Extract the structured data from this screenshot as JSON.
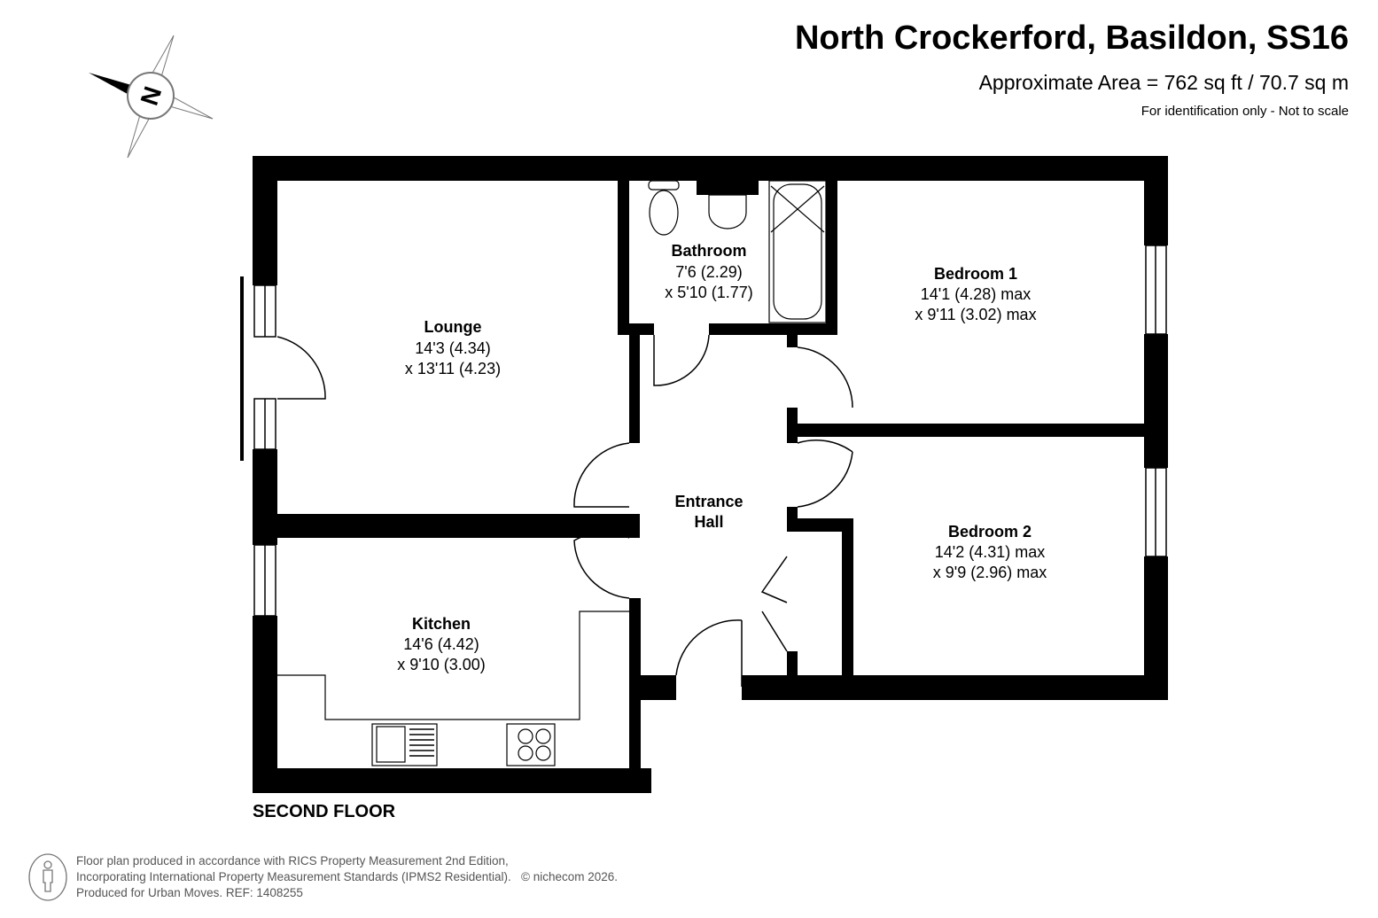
{
  "header": {
    "title": "North Crockerford, Basildon, SS16",
    "area": "Approximate Area = 762 sq ft / 70.7 sq m",
    "note": "For identification only - Not to scale"
  },
  "compass": {
    "label": "N"
  },
  "rooms": {
    "lounge": {
      "name": "Lounge",
      "dim1": "14'3 (4.34)",
      "dim2": "x 13'11 (4.23)"
    },
    "bathroom": {
      "name": "Bathroom",
      "dim1": "7'6 (2.29)",
      "dim2": "x 5'10 (1.77)"
    },
    "bedroom1": {
      "name": "Bedroom 1",
      "dim1": "14'1 (4.28) max",
      "dim2": "x 9'11 (3.02) max"
    },
    "hall": {
      "name1": "Entrance",
      "name2": "Hall"
    },
    "bedroom2": {
      "name": "Bedroom 2",
      "dim1": "14'2 (4.31) max",
      "dim2": "x 9'9 (2.96) max"
    },
    "kitchen": {
      "name": "Kitchen",
      "dim1": "14'6 (4.42)",
      "dim2": "x 9'10 (3.00)"
    }
  },
  "floor_label": "SECOND FLOOR",
  "footer": {
    "line1": "Floor plan produced in accordance with RICS Property Measurement 2nd Edition,",
    "line2": "Incorporating International Property Measurement Standards (IPMS2 Residential).",
    "copyright": "© nichecom 2026.",
    "line3": "Produced for Urban Moves.   REF: 1408255"
  }
}
